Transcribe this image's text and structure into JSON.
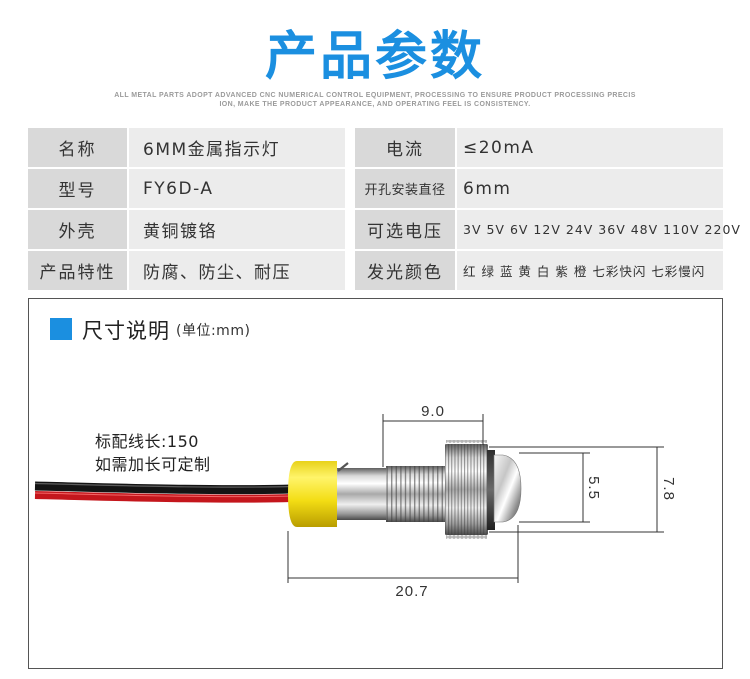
{
  "header": {
    "title": "产品参数",
    "subtitle_lines": [
      "ALL METAL PARTS ADOPT ADVANCED CNC NUMERICAL CONTROL EQUIPMENT, PROCESSING TO ENSURE PRODUCT PROCESSING PRECIS",
      "ION, MAKE THE PRODUCT APPEARANCE, AND OPERATING FEEL IS CONSISTENCY."
    ]
  },
  "specs": {
    "left": [
      {
        "label": "名称",
        "value": "6MM金属指示灯"
      },
      {
        "label": "型号",
        "value": "FY6D-A"
      },
      {
        "label": "外壳",
        "value": "黄铜镀铬"
      },
      {
        "label": "产品特性",
        "value": "防腐、防尘、耐压"
      }
    ],
    "right": [
      {
        "label": "电流",
        "value": "≤20mA"
      },
      {
        "label": "开孔安装直径",
        "value": "6mm"
      },
      {
        "label": "可选电压",
        "value": "3V 5V 6V 12V 24V 36V 48V 110V 220V"
      },
      {
        "label": "发光颜色",
        "value": "红 绿 蓝 黄 白 紫 橙 七彩快闪 七彩慢闪"
      }
    ]
  },
  "dimensions": {
    "heading": "尺寸说明",
    "unit": "(单位:mm)",
    "wire_note": [
      "标配线长:150",
      "如需加长可定制"
    ],
    "labels": [
      "9.0",
      "20.7",
      "5.5",
      "7.8"
    ]
  },
  "icons": {
    "section_marker": "square-icon"
  },
  "colors": {
    "accent": "#1b8fe0",
    "label_cell": "#d9d9d9",
    "value_cell": "#ececec",
    "text": "#333333",
    "frame": "#555555",
    "cap": "#f3dd14",
    "wire_red": "#c4161c",
    "wire_black": "#141414"
  }
}
